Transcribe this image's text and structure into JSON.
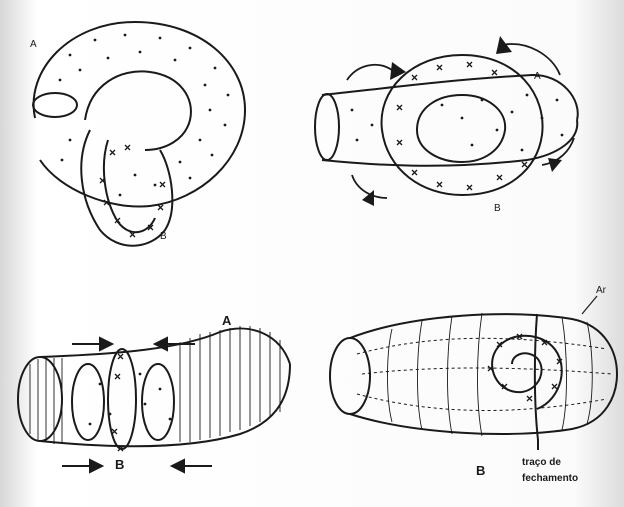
{
  "panels": [
    {
      "id": "panel-1",
      "labels": {
        "a": "A",
        "b": "B"
      }
    },
    {
      "id": "panel-2",
      "labels": {
        "a": "A",
        "b": "B"
      }
    },
    {
      "id": "panel-3",
      "labels": {
        "a": "A",
        "b": "B"
      }
    },
    {
      "id": "panel-4",
      "labels": {
        "ar": "Ar",
        "b": "B",
        "trace_line1": "traço de",
        "trace_line2": "fechamento"
      }
    }
  ],
  "colors": {
    "ink": "#1a1a1a",
    "paper": "#ffffff"
  }
}
